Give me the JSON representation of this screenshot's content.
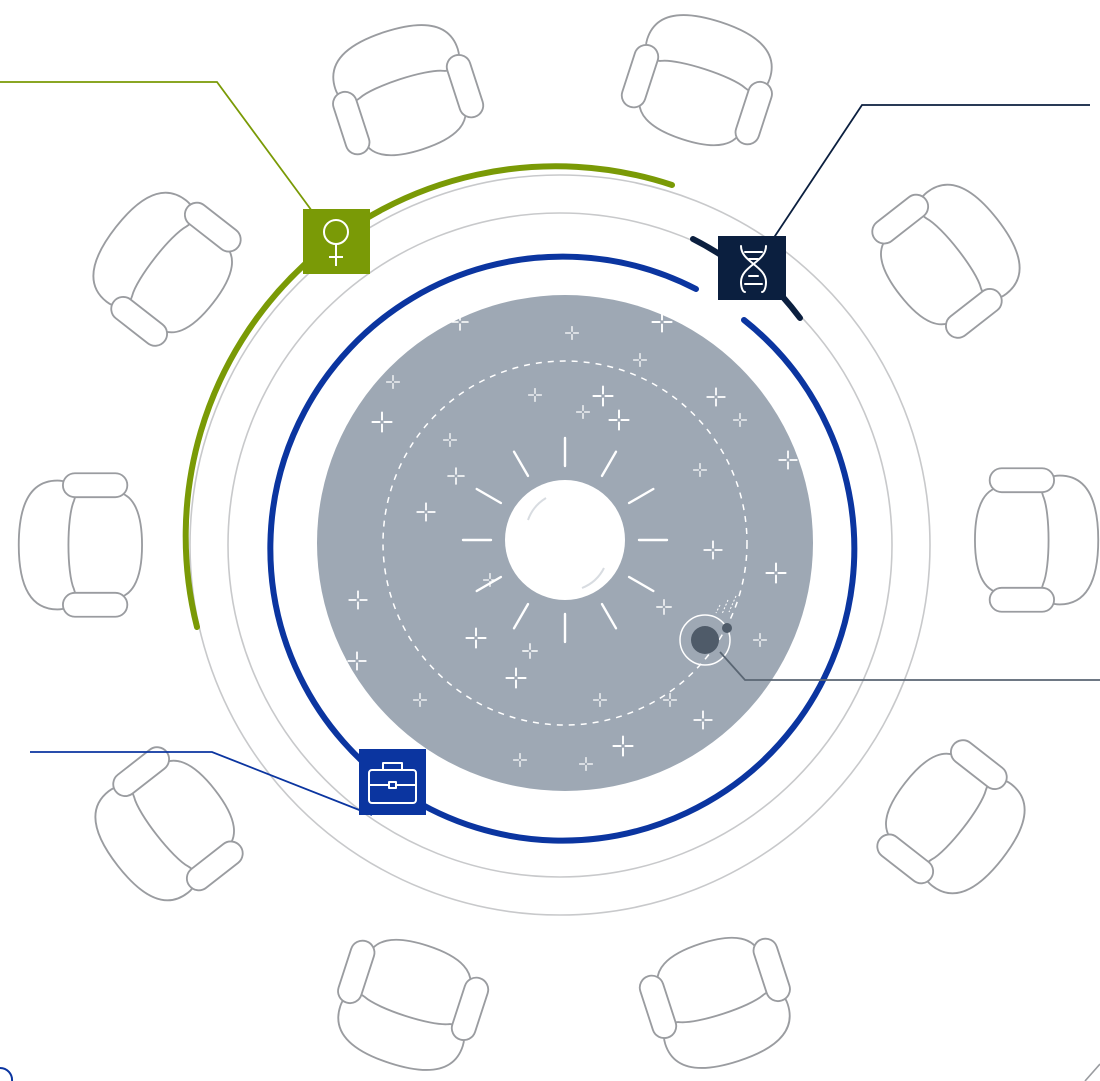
{
  "diagram": {
    "colors": {
      "background": "#ffffff",
      "chair_stroke": "#9a9ca0",
      "outer_ring": "#c8c9cb",
      "green_accent": "#7a9a06",
      "blue_accent": "#0b35a0",
      "navy_accent": "#0b1f3f",
      "orb_fill": "#9ea8b4",
      "sparkle": "#ffffff",
      "planet": "#4f5b69",
      "pointer_line": "#5a6673"
    },
    "icons": [
      {
        "id": "female-symbol",
        "name": "female-symbol-icon",
        "color": "#7a9a06"
      },
      {
        "id": "dna-helix",
        "name": "dna-helix-icon",
        "color": "#0b1f3f"
      },
      {
        "id": "briefcase",
        "name": "briefcase-icon",
        "color": "#0b35a0"
      }
    ],
    "chair_count": 10,
    "sparkle_count": 34,
    "sun_ray_count": 12
  }
}
